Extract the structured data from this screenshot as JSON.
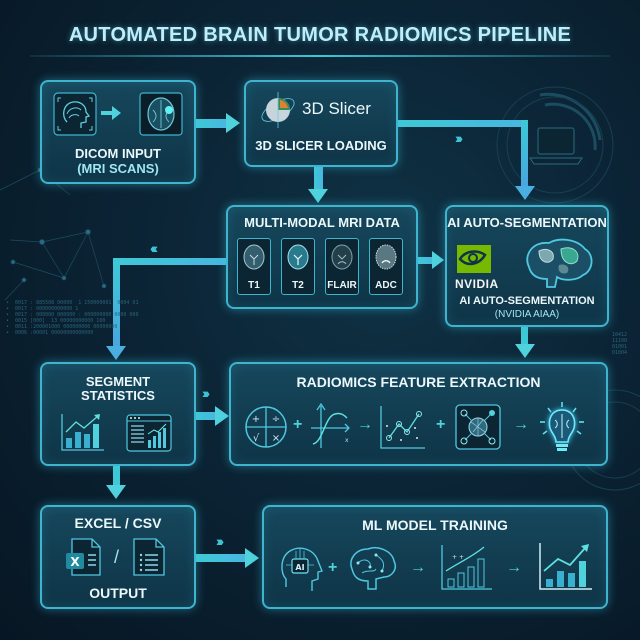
{
  "title": "AUTOMATED BRAIN TUMOR RADIOMICS PIPELINE",
  "colors": {
    "accent": "#3fc8d8",
    "box_border": "#3fb4cf",
    "background": "#0a1a2a",
    "text": "#eaf8fb",
    "nvidia_green": "#76b900"
  },
  "nodes": {
    "dicom": {
      "line1": "DICOM INPUT",
      "line2": "(MRI SCANS)",
      "icons": [
        "brain-profile-scan-icon",
        "axial-mri-tumor-icon"
      ]
    },
    "slicer": {
      "logo_text": "3D Slicer",
      "label": "3D SLICER LOADING",
      "icons": [
        "3d-slicer-logo-icon"
      ]
    },
    "multimodal": {
      "label": "MULTI-MODAL MRI DATA",
      "modalities": [
        "T1",
        "T2",
        "FLAIR",
        "ADC"
      ]
    },
    "segmentation": {
      "label": "AI AUTO-SEGMENTATION",
      "vendor": "NVIDIA",
      "line1": "AI AUTO-SEGMENTATION",
      "line2": "(NVIDIA AIAA)",
      "icons": [
        "nvidia-logo-icon",
        "segmented-brain-icon"
      ]
    },
    "segstats": {
      "line1": "SEGMENT",
      "line2": "STATISTICS",
      "icons": [
        "bar-chart-icon",
        "dashboard-chart-icon"
      ]
    },
    "radiomics": {
      "label": "RADIOMICS FEATURE EXTRACTION",
      "ops": [
        "+",
        "→",
        "+",
        "→"
      ],
      "icons": [
        "math-operations-icon",
        "function-curve-icon",
        "scatter-plot-icon",
        "texture-network-icon",
        "lightbulb-brain-icon"
      ]
    },
    "excel": {
      "label": "EXCEL / CSV",
      "separator": "/",
      "output": "OUTPUT",
      "icons": [
        "excel-file-icon",
        "csv-file-icon"
      ]
    },
    "ml": {
      "label": "ML MODEL TRAINING",
      "ai_badge": "AI",
      "ops": [
        "+",
        "→",
        "→"
      ],
      "icons": [
        "ai-head-icon",
        "neural-brain-icon",
        "training-chart-icon",
        "results-chart-icon"
      ]
    }
  },
  "decor": {
    "chevrons_right": "›››",
    "chevrons_left": "‹‹‹"
  }
}
